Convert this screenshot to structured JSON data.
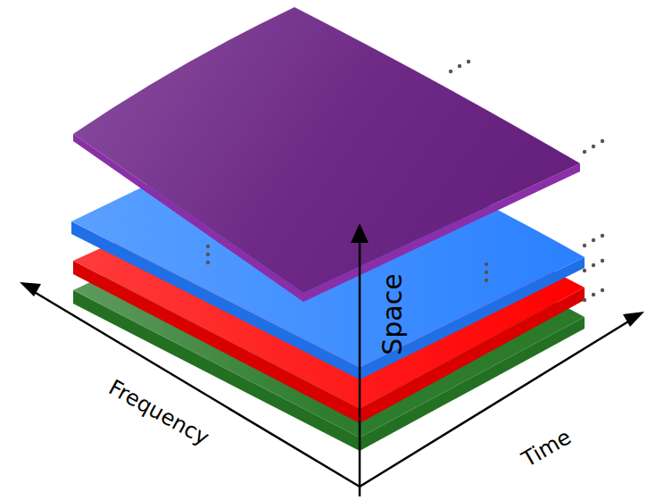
{
  "diagram": {
    "labels": [
      "Frequency",
      "Time",
      "Space"
    ]
  }
}
